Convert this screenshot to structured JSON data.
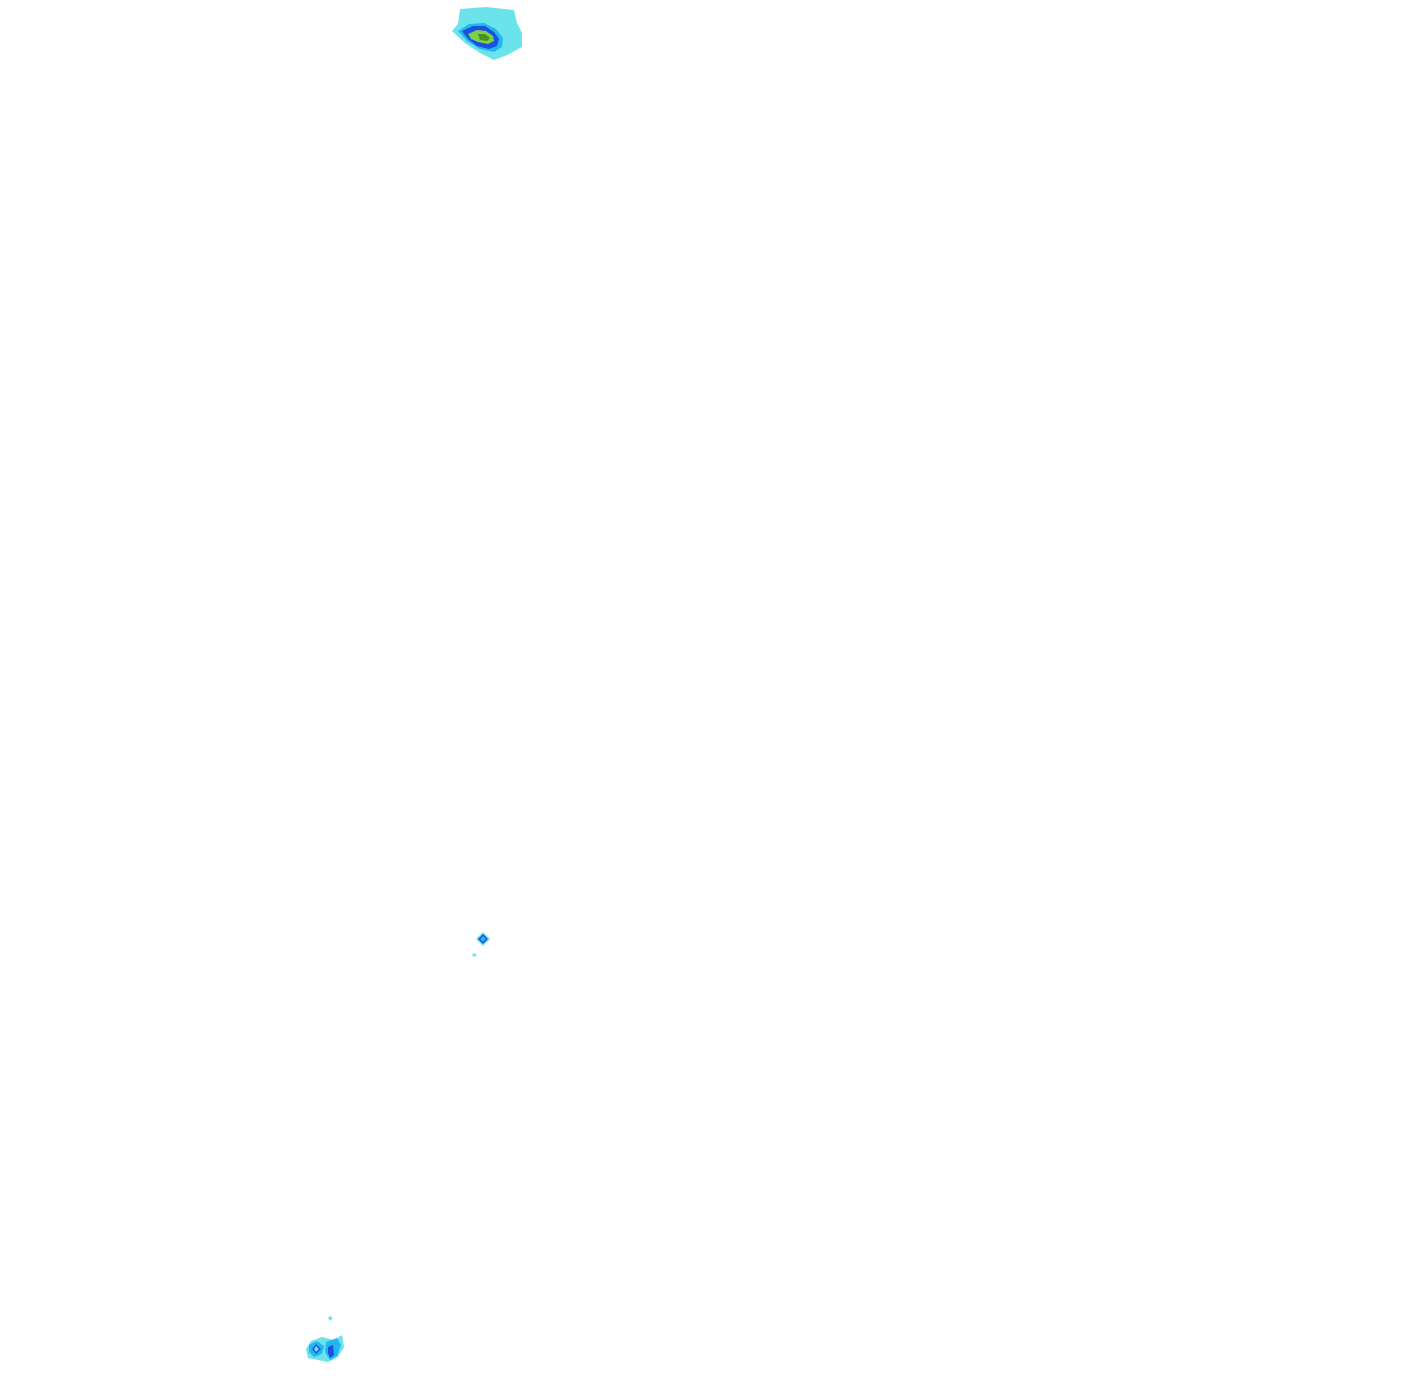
{
  "map": {
    "background_color": "#ffffff",
    "contour_colors": {
      "level_1": "#6be3ea",
      "level_2": "#22b8ef",
      "level_3": "#1f4fe0",
      "level_4": "#7ad14a",
      "level_5": "#4f8f1f"
    },
    "features": [
      {
        "name": "north-contour-cluster",
        "levels": 5
      },
      {
        "name": "central-contour-cluster",
        "levels": 3
      },
      {
        "name": "south-contour-cluster",
        "levels": 3
      }
    ]
  }
}
